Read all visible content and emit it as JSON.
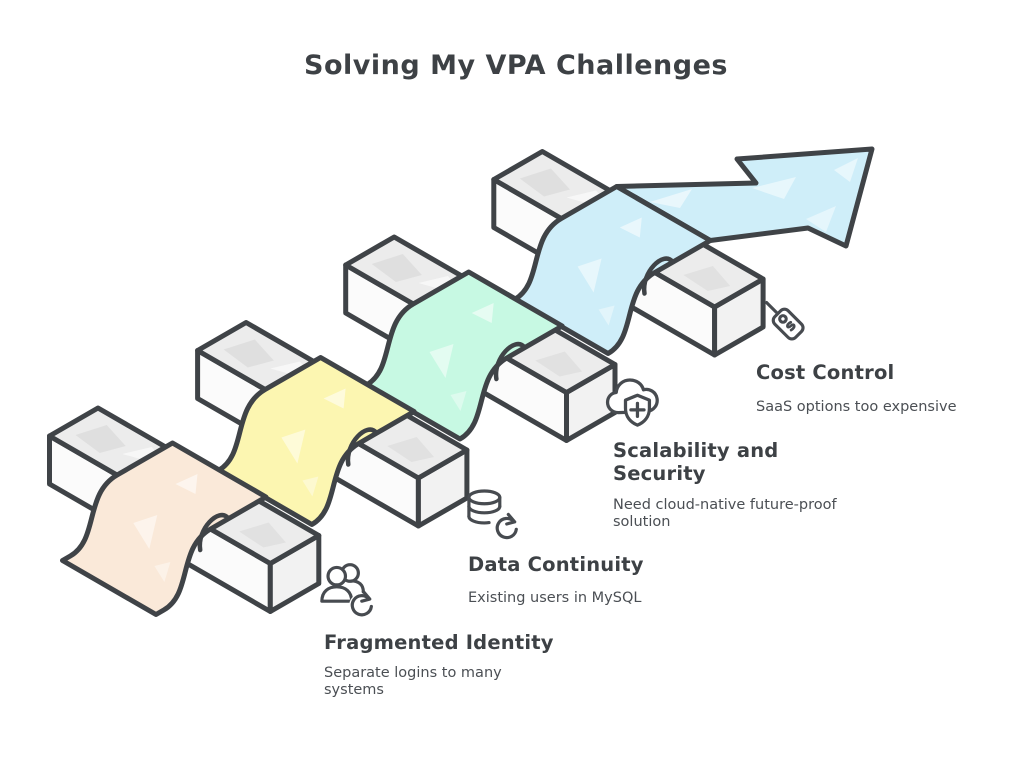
{
  "title": "Solving My VPA Challenges",
  "palette": {
    "outline": "#3f4347",
    "bar_top": "#ececec",
    "bar_side": "#fbfbfb",
    "bar_cap": "#f2f2f2",
    "background": "#ffffff",
    "text_primary": "#3d4145",
    "text_secondary": "#4b4f54"
  },
  "arrow": {
    "color": "#cfeef9"
  },
  "stages": [
    {
      "id": "fragmented-identity",
      "label": "Fragmented Identity",
      "sublabel": "Separate logins to many systems",
      "icon": "users-sync-icon",
      "color": "#fae9d9"
    },
    {
      "id": "data-continuity",
      "label": "Data Continuity",
      "sublabel": "Existing users in MySQL",
      "icon": "database-sync-icon",
      "color": "#fcf6b1"
    },
    {
      "id": "scalability-security",
      "label": "Scalability and Security",
      "sublabel": "Need cloud-native future-proof solution",
      "icon": "cloud-shield-plus-icon",
      "color": "#c7f9e3"
    },
    {
      "id": "cost-control",
      "label": "Cost Control",
      "sublabel": "SaaS options too expensive",
      "icon": "price-tag-icon",
      "color": "#cfeef9"
    }
  ]
}
